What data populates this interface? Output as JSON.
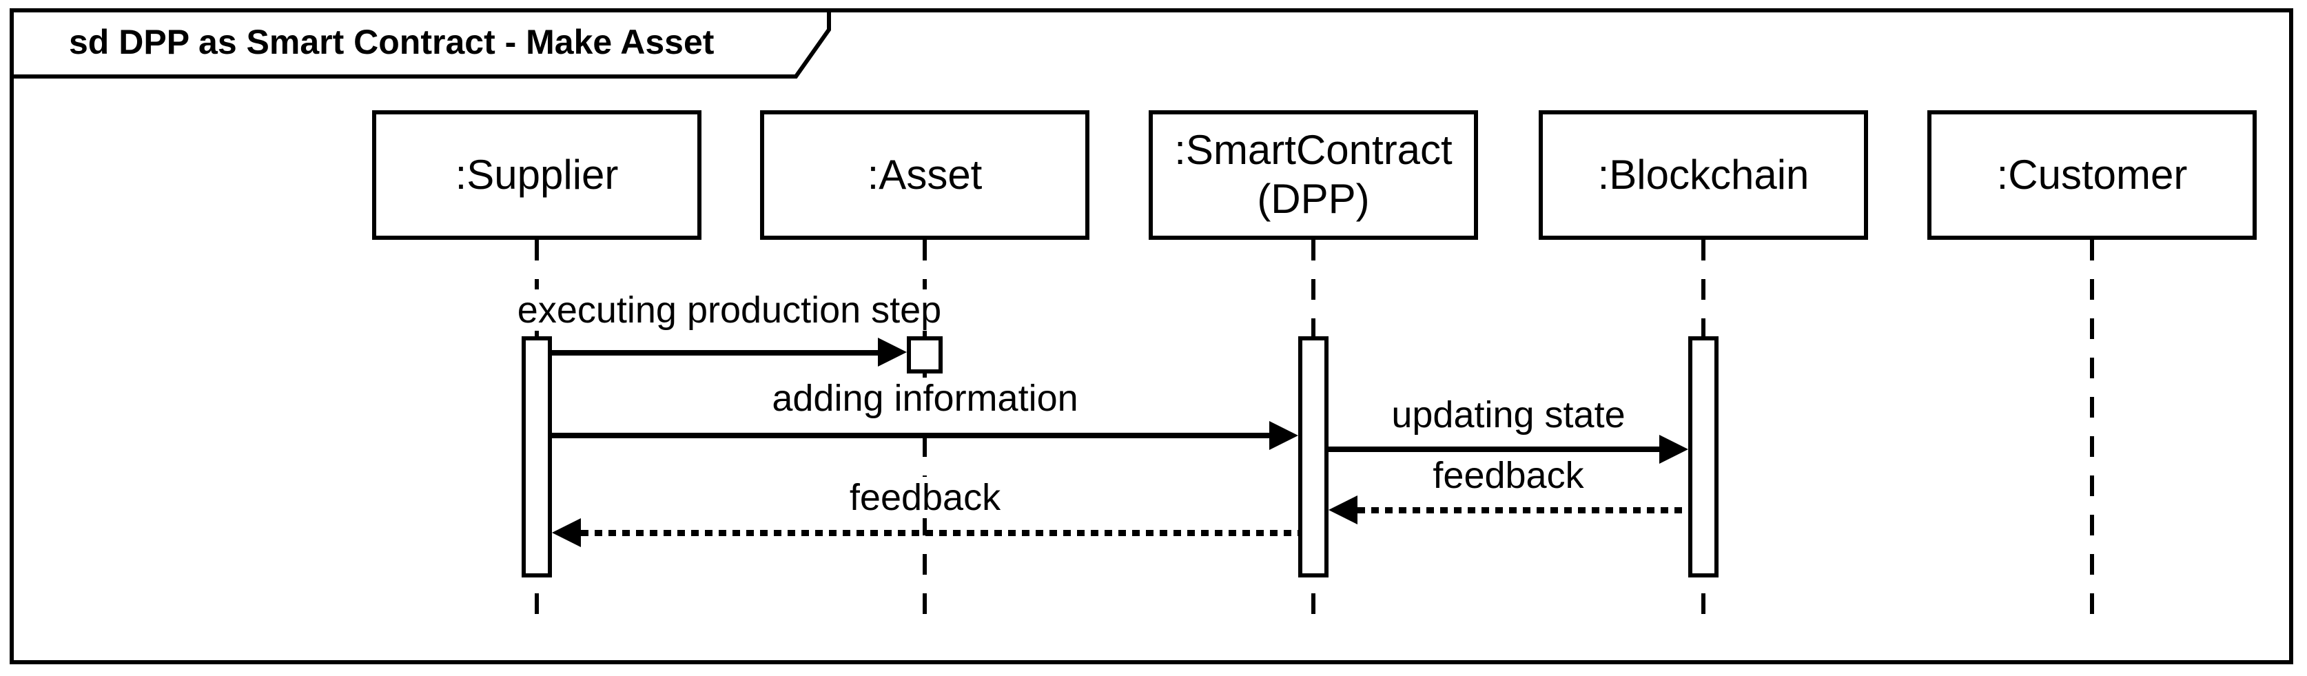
{
  "frame": {
    "title": "sd DPP as Smart Contract - Make Asset"
  },
  "lifelines": [
    {
      "label": ":Supplier"
    },
    {
      "label": ":Asset"
    },
    {
      "label": ":SmartContract",
      "label_line2": "(DPP)"
    },
    {
      "label": ":Blockchain"
    },
    {
      "label": ":Customer"
    }
  ],
  "messages": [
    {
      "label": "executing production step",
      "style": "solid",
      "from": ":Supplier",
      "to": ":Asset"
    },
    {
      "label": "adding information",
      "style": "solid",
      "from": ":Supplier",
      "to": ":SmartContract (DPP)"
    },
    {
      "label": "updating state",
      "style": "solid",
      "from": ":SmartContract (DPP)",
      "to": ":Blockchain"
    },
    {
      "label": "feedback",
      "style": "dotted",
      "from": ":Blockchain",
      "to": ":SmartContract (DPP)"
    },
    {
      "label": "feedback",
      "style": "dotted",
      "from": ":SmartContract (DPP)",
      "to": ":Supplier"
    }
  ]
}
